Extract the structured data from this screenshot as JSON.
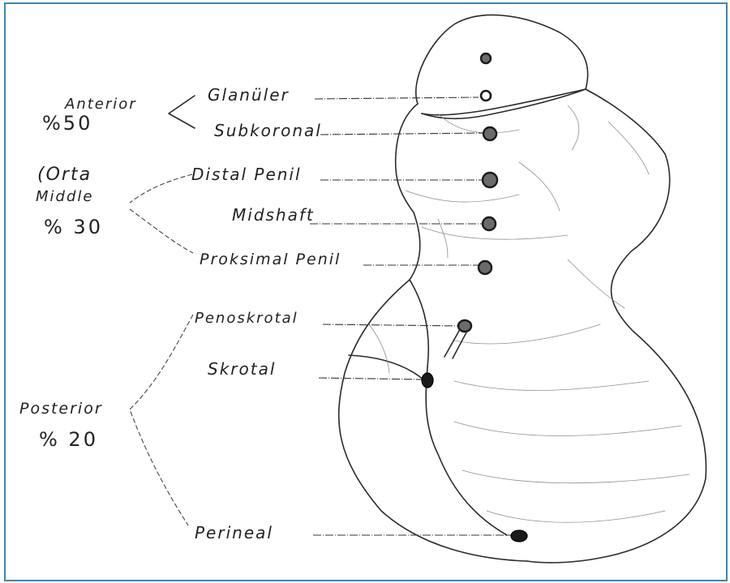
{
  "labels": {
    "glanuler": "Glanüler",
    "subkoronal": "Subkoronal",
    "distal_penil": "Distal Penil",
    "midshaft": "Midshaft",
    "proksimal_penil": "Proksimal Penil",
    "penoskrotal": "Penoskrotal",
    "skrotal": "Skrotal",
    "perineal": "Perineal"
  },
  "groups": {
    "anterior": {
      "name": "Anterior",
      "percent": "%50"
    },
    "middle": {
      "name_tr": "(Orta",
      "name_en": "Middle",
      "percent": "% 30"
    },
    "posterior": {
      "name": "Posterior",
      "percent": "% 20"
    }
  },
  "colors": {
    "frame": "#3a87b5",
    "ink": "#222222"
  }
}
